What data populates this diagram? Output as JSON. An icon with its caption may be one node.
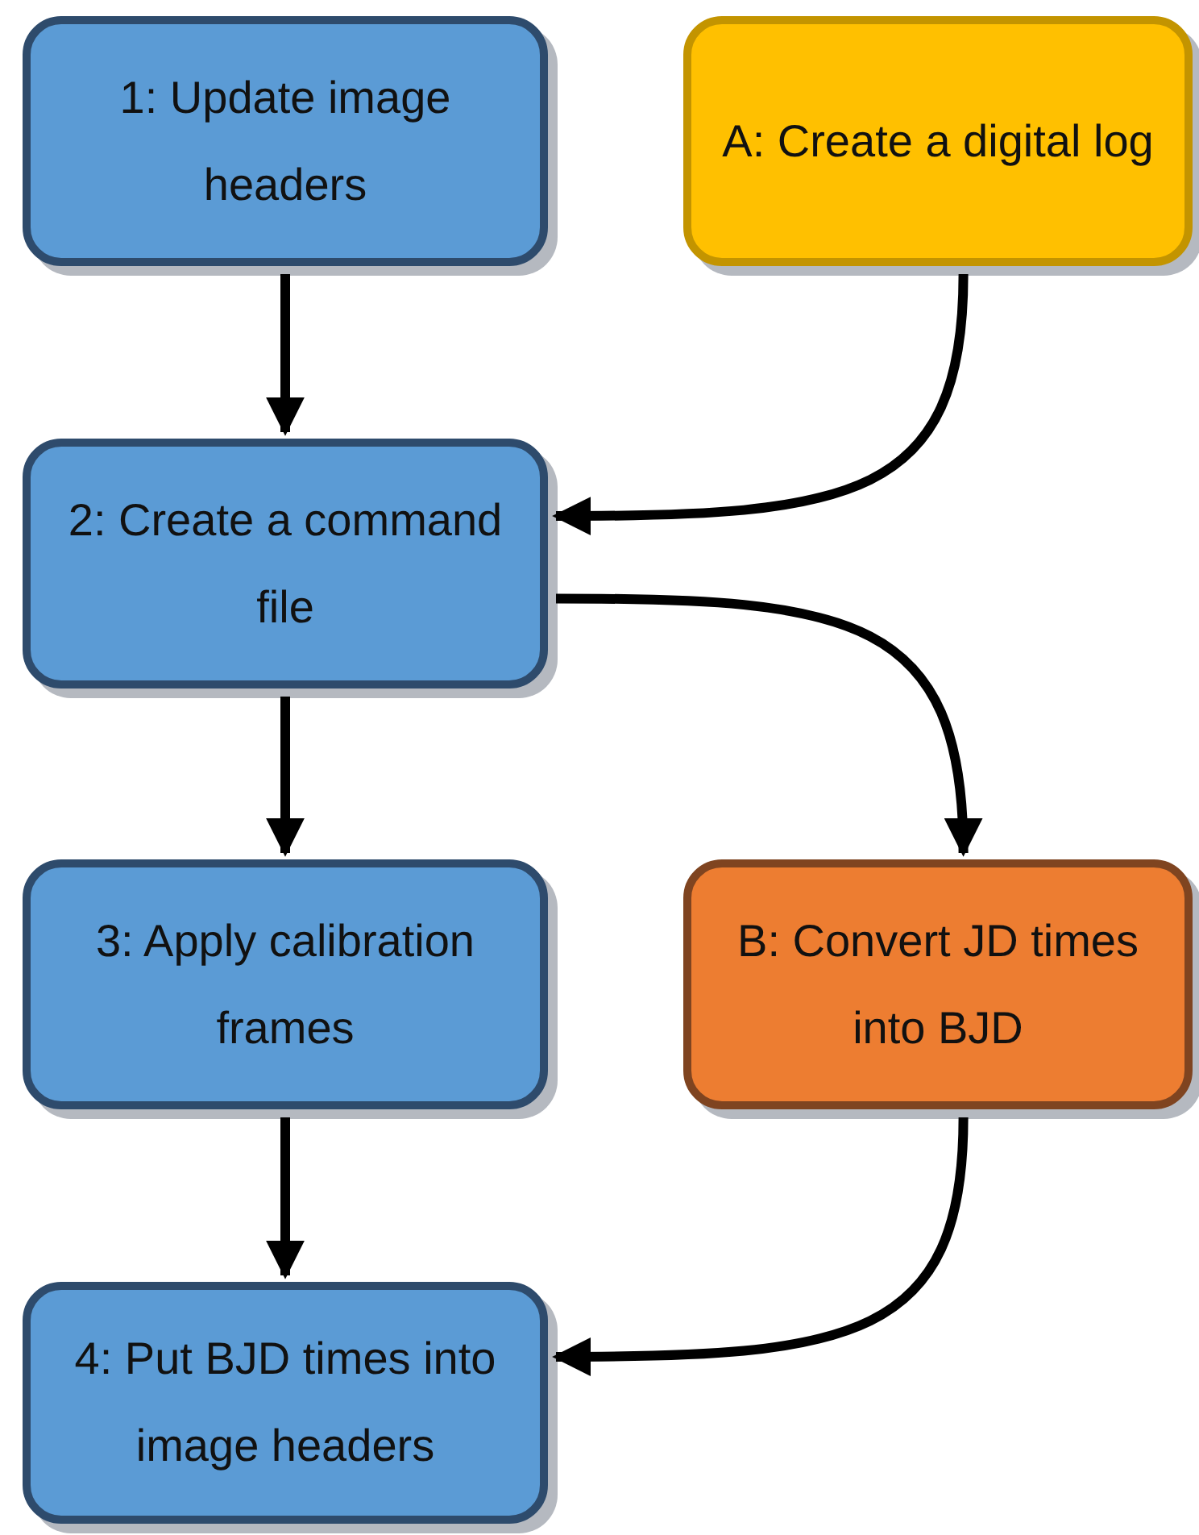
{
  "diagram": {
    "nodes": [
      {
        "text": [
          "1: Update image headers"
        ]
      },
      {
        "text": [
          "A: Create a digital log"
        ]
      },
      {
        "text": [
          "2: Create a command file"
        ]
      },
      {
        "text": [
          "3: Apply calibration frames"
        ]
      },
      {
        "text": [
          "B: Convert JD times into BJD"
        ]
      },
      {
        "text": [
          "4: Put BJD times into image headers"
        ]
      }
    ],
    "edges": [
      {
        "from": 0,
        "to": 2,
        "arrow": "to"
      },
      {
        "from": 1,
        "to": 2,
        "arrow": "to"
      },
      {
        "from": 2,
        "to": 4,
        "arrow": "to"
      },
      {
        "from": 2,
        "to": 3,
        "arrow": "to"
      },
      {
        "from": 3,
        "to": 5,
        "arrow": "to"
      },
      {
        "from": 4,
        "to": 5,
        "arrow": "to"
      }
    ]
  }
}
